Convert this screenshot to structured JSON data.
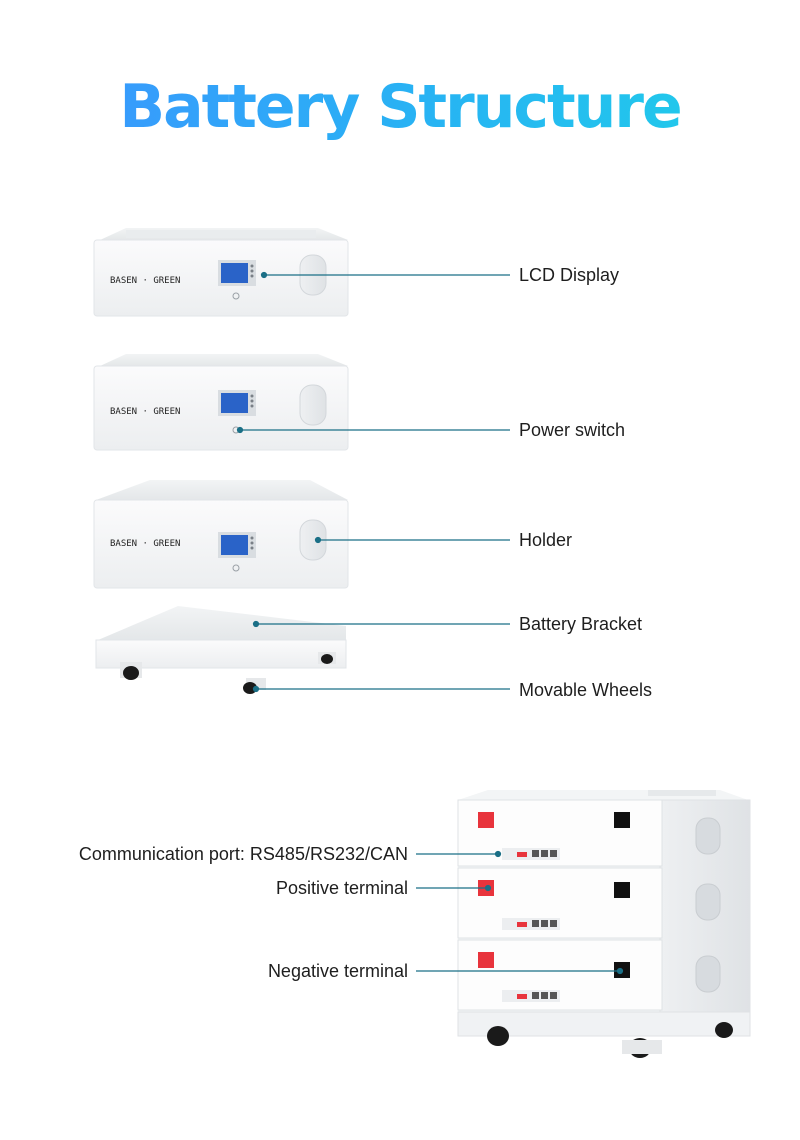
{
  "title": "Battery Structure",
  "brand": "BASEN · GREEN",
  "exploded_labels": {
    "lcd": "LCD Display",
    "power": "Power switch",
    "holder": "Holder",
    "bracket": "Battery Bracket",
    "wheels": "Movable Wheels"
  },
  "stack_labels": {
    "comm": "Communication port: RS485/RS232/CAN",
    "positive": "Positive terminal",
    "negative": "Negative terminal"
  },
  "colors": {
    "callout_line": "#1a6f86",
    "positive_terminal": "#e8343c",
    "negative_terminal": "#111111",
    "lcd_screen": "#2a63c8"
  }
}
